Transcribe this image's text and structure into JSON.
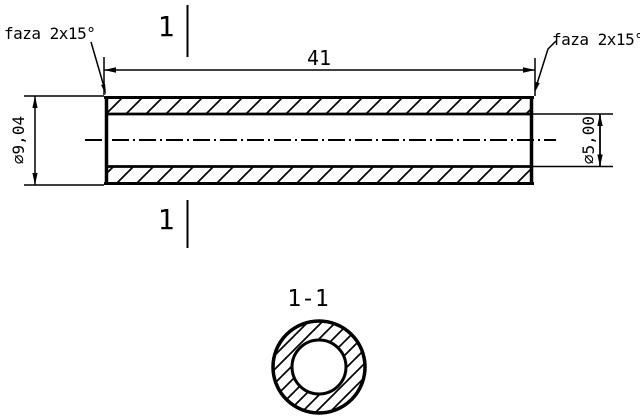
{
  "drawing": {
    "background_color": "#ffffff",
    "line_color": "#000000",
    "labels": {
      "chamfer_left": "faza 2x15°",
      "chamfer_right": "faza 2x15°",
      "length_dimension": "41",
      "outer_diameter": "⌀9,04",
      "inner_diameter": "⌀5,00",
      "section_cut_top": "1",
      "section_cut_bottom": "1",
      "section_title": "1-1"
    }
  }
}
